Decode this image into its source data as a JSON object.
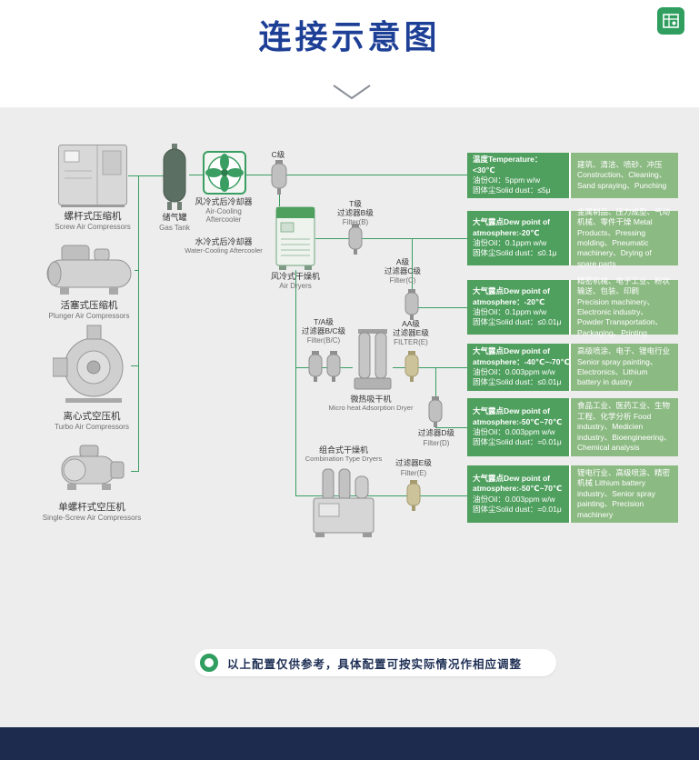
{
  "header": {
    "title": "连接示意图"
  },
  "diagram": {
    "compressors": [
      {
        "cn": "螺杆式压缩机",
        "en": "Screw Air Compressors"
      },
      {
        "cn": "活塞式压缩机",
        "en": "Plunger Air Compressors"
      },
      {
        "cn": "离心式空压机",
        "en": "Turbo Air Compressors"
      },
      {
        "cn": "单螺杆式空压机",
        "en": "Single-Screw Air Compressors"
      }
    ],
    "gas_tank": {
      "cn": "储气罐",
      "en": "Gas Tank"
    },
    "air_cooling": {
      "cn": "风冷式后冷却器",
      "en1": "Air-Cooling",
      "en2": "Aftercooler"
    },
    "water_cooling": {
      "cn": "水冷式后冷却器",
      "en": "Water-Cooling Aftercooler"
    },
    "c_grade_label": "C级",
    "filter_b": {
      "l1": "T级",
      "l2": "过滤器B级",
      "l3": "Filter(B)"
    },
    "air_dryer": {
      "cn": "风冷式干燥机",
      "en": "Air Dryers"
    },
    "filter_c": {
      "l1": "A级",
      "l2": "过滤器C级",
      "l3": "Filter(C)"
    },
    "filter_e_aa": {
      "l1": "AA级",
      "l2": "过滤器E级",
      "l3": "FILTER(E)"
    },
    "filter_bc": {
      "l1": "T/A级",
      "l2": "过滤器B/C级",
      "l3": "Filter(B/C)"
    },
    "micro_dryer": {
      "cn": "微热吸干机",
      "en": "Micro heat Adsorption Dryer"
    },
    "filter_d": {
      "l1": "过滤器D级",
      "l2": "Filter(D)"
    },
    "combo_dryer": {
      "cn": "组合式干燥机",
      "en": "Combination Type Dryers"
    },
    "filter_e": {
      "l1": "过滤器E级",
      "l2": "Filter(E)"
    }
  },
  "info_boxes": [
    {
      "specs": [
        "温度Temperature：<30℃",
        "油份Oil：5ppm w/w",
        "固体尘Solid dust：≤5μ"
      ],
      "apps": "建筑、清洁、喷砂、冲压 Construction、Cleaning、Sand spraying、Punching"
    },
    {
      "specs": [
        "大气露点Dew point of",
        "atmosphere:-20℃",
        "油份Oil：0.1ppm w/w",
        "固体尘Solid dust：≤0.1μ"
      ],
      "apps": "金属制品、压力成型、气动机械、零件干燥 Metal Products、Pressing molding、Pneumatic machinery、Drying of spare parts"
    },
    {
      "specs": [
        "大气露点Dew point of",
        "atmosphere：-20℃",
        "油份Oil：0.1ppm w/w",
        "固体尘Solid dust：≤0.01μ"
      ],
      "apps": "精密机械、电子工业、粉状输送、包装、印刷 Precision machinery、Electronic industry、Powder Transportation、Packaging、Printing"
    },
    {
      "specs": [
        "大气露点Dew point of",
        "atmosphere：-40℃~-70℃",
        "油份Oil：0.003ppm w/w",
        "固体尘Solid dust：≤0.01μ"
      ],
      "apps": "高级喷涂、电子、锂电行业 Senior spray painting、Electronics、Lithium battery in dustry"
    },
    {
      "specs": [
        "大气露点Dew point of",
        "atmosphere:-50℃~70℃",
        "油份Oil：0.003ppm w/w",
        "固体尘Solid dust：=0.01μ"
      ],
      "apps": "食品工业、医药工业、生物工程、化学分析 Food industry、Medicien industry、Bioengineering、Chemical analysis"
    },
    {
      "specs": [
        "大气露点Dew point of",
        "atmosphere:-50℃~70℃",
        "油份Oil：0.003ppm w/w",
        "固体尘Solid dust：=0.01μ"
      ],
      "apps": "锂电行业、高级喷涂、精密机械 Lithium battery industry、Senior spray painting、Precision machinery"
    }
  ],
  "note": {
    "text": "以上配置仅供参考，具体配置可按实际情况作相应调整"
  }
}
